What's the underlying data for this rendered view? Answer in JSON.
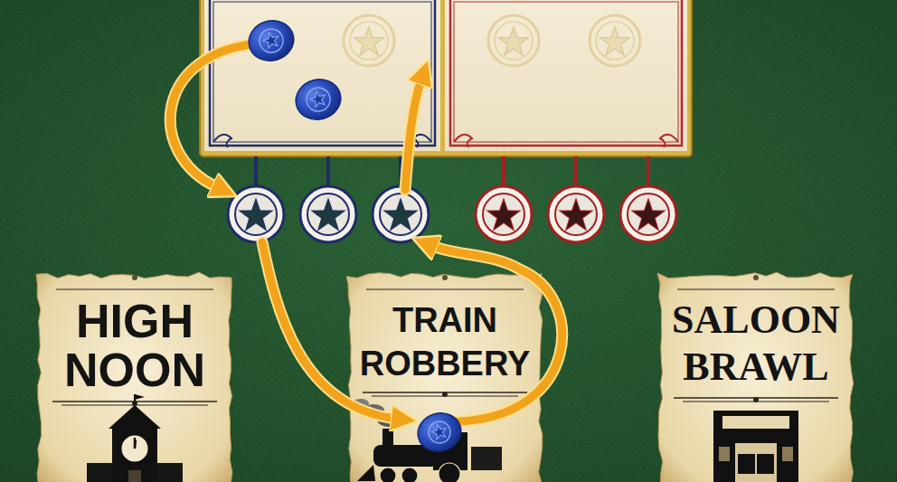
{
  "diagram": {
    "nodes": [
      {
        "text": [
          "HIGH NOON"
        ]
      },
      {
        "text": [
          "TRAIN ROBBERY"
        ]
      },
      {
        "text": [
          "SALOON BRAWL"
        ]
      }
    ]
  }
}
